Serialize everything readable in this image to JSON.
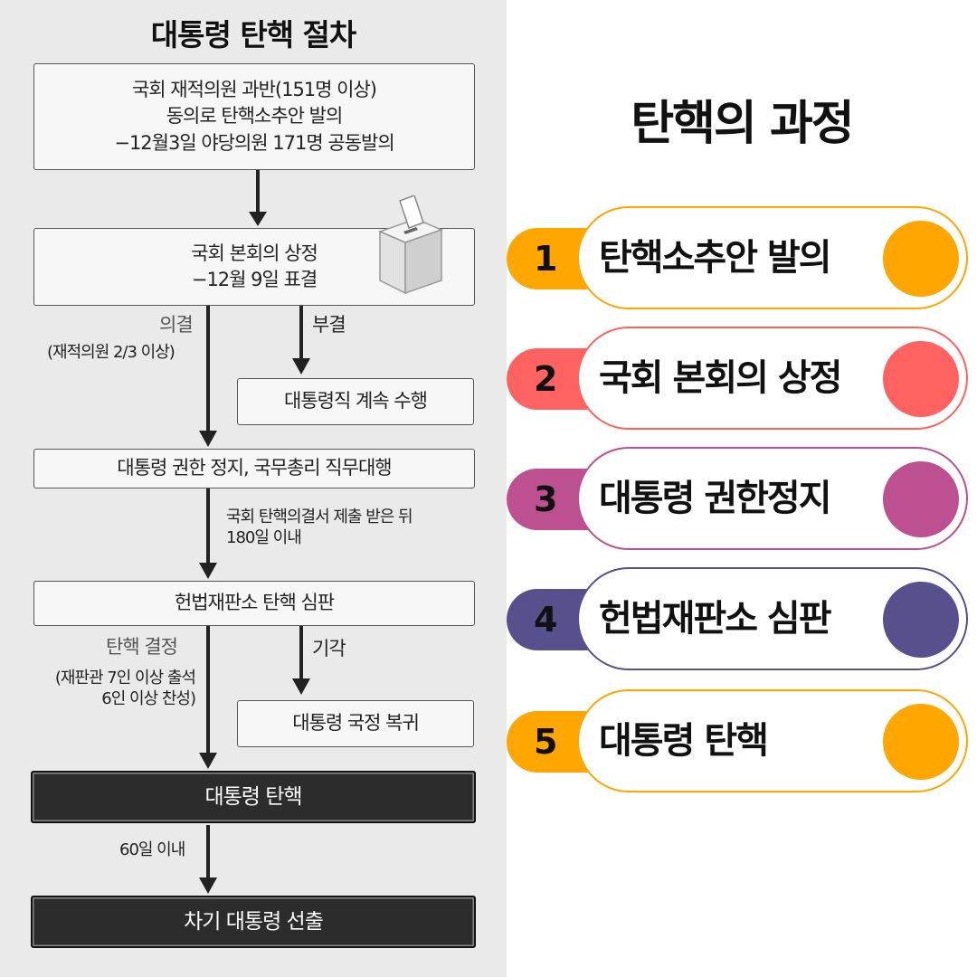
{
  "diagram": {
    "title": "대통령 탄핵 절차",
    "box1": {
      "line1": "국회 재적의원 과반(151명 이상)",
      "line2": "동의로 탄핵소추안 발의",
      "line3": "−12월3일 야당의원 171명 공동발의"
    },
    "box2": {
      "line1": "국회 본회의 상정",
      "line2": "−12월 9일 표결"
    },
    "label_vote": "의결",
    "label_vote_cond": "(재적의원 2/3 이상)",
    "label_reject": "부결",
    "box_continue": "대통령직 계속 수행",
    "box3": "대통령 권한 정지, 국무총리 직무대행",
    "label_180": {
      "line1": "국회 탄핵의결서 제출 받은 뒤",
      "line2": "180일 이내"
    },
    "box4": "헌법재판소 탄핵 심판",
    "label_decision": "탄핵 결정",
    "label_decision_cond": {
      "line1": "(재판관 7인 이상 출석",
      "line2": "6인 이상 찬성)"
    },
    "label_dismiss": "기각",
    "box_return": "대통령 국정 복귀",
    "box5": "대통령 탄핵",
    "label_60": "60일 이내",
    "box6": "차기 대통령 선출"
  },
  "process": {
    "title": "탄핵의 과정",
    "steps": [
      {
        "number": "1",
        "label": "탄핵소추안 발의",
        "color": "#FFA600"
      },
      {
        "number": "2",
        "label": "국회 본회의 상정",
        "color": "#FF6361"
      },
      {
        "number": "3",
        "label": "대통령 권한정지",
        "color": "#BC5090"
      },
      {
        "number": "4",
        "label": "헌법재판소 심판",
        "color": "#58508D"
      },
      {
        "number": "5",
        "label": "대통령 탄핵",
        "color": "#FFA600"
      }
    ]
  }
}
